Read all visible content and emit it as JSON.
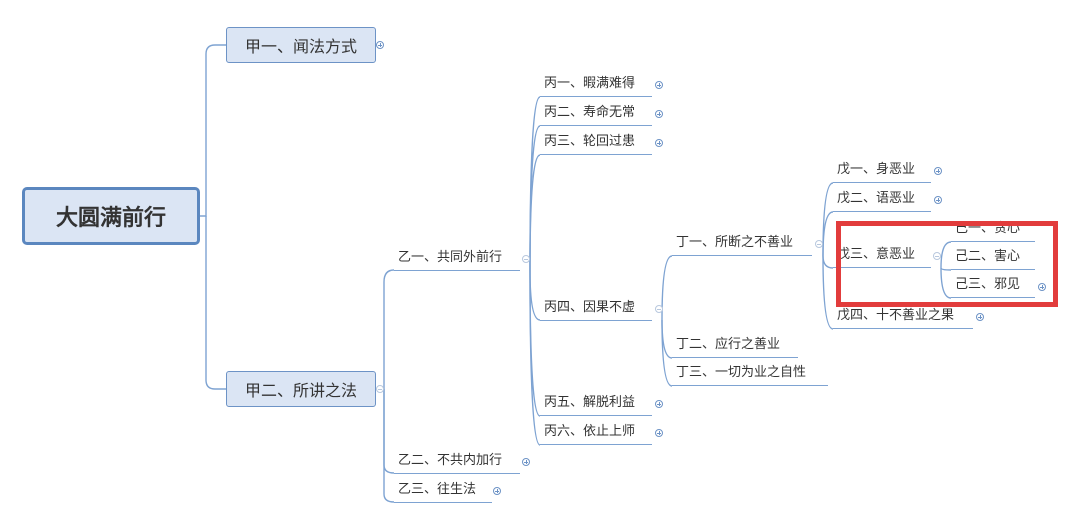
{
  "root": "大圆满前行",
  "jia1": "甲一、闻法方式",
  "jia2": "甲二、所讲之法",
  "yi1": "乙一、共同外前行",
  "yi2": "乙二、不共内加行",
  "yi3": "乙三、往生法",
  "bing1": "丙一、暇满难得",
  "bing2": "丙二、寿命无常",
  "bing3": "丙三、轮回过患",
  "bing4": "丙四、因果不虚",
  "bing5": "丙五、解脱利益",
  "bing6": "丙六、依止上师",
  "ding1": "丁一、所断之不善业",
  "ding2": "丁二、应行之善业",
  "ding3": "丁三、一切为业之自性",
  "wu1": "戊一、身恶业",
  "wu2": "戊二、语恶业",
  "wu3": "戊三、意恶业",
  "wu4": "戊四、十不善业之果",
  "ji1": "己一、贪心",
  "ji2": "己二、害心",
  "ji3": "己三、邪见",
  "colors": {
    "line": "#7ea3d2",
    "box_fill": "#dbe5f4",
    "box_border": "#5b87bf",
    "highlight": "#e23c3c"
  },
  "icons": {
    "collapsed": "expand-plus-icon",
    "expanded": "collapse-minus-icon"
  }
}
